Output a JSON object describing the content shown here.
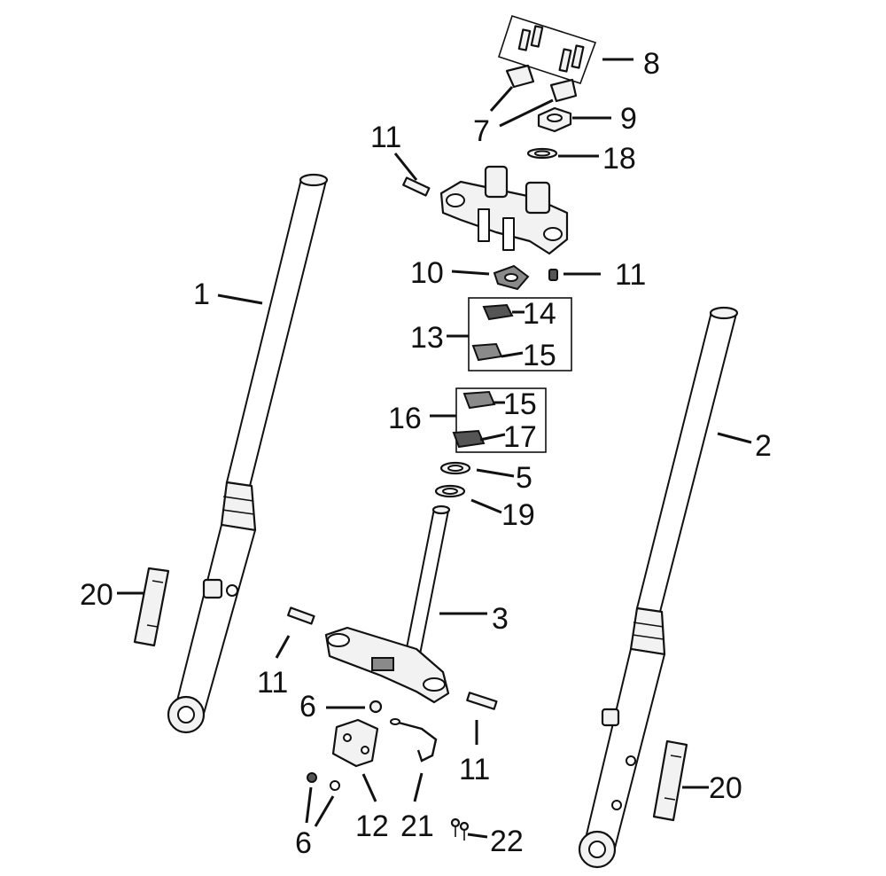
{
  "callouts": [
    {
      "id": "c1",
      "text": "1"
    },
    {
      "id": "c2",
      "text": "2"
    },
    {
      "id": "c3",
      "text": "3"
    },
    {
      "id": "c5",
      "text": "5"
    },
    {
      "id": "c6a",
      "text": "6"
    },
    {
      "id": "c6b",
      "text": "6"
    },
    {
      "id": "c7",
      "text": "7"
    },
    {
      "id": "c8",
      "text": "8"
    },
    {
      "id": "c9",
      "text": "9"
    },
    {
      "id": "c10",
      "text": "10"
    },
    {
      "id": "c11a",
      "text": "11"
    },
    {
      "id": "c11b",
      "text": "11"
    },
    {
      "id": "c11c",
      "text": "11"
    },
    {
      "id": "c11d",
      "text": "11"
    },
    {
      "id": "c12",
      "text": "12"
    },
    {
      "id": "c13",
      "text": "13"
    },
    {
      "id": "c14",
      "text": "14"
    },
    {
      "id": "c15a",
      "text": "15"
    },
    {
      "id": "c15b",
      "text": "15"
    },
    {
      "id": "c16",
      "text": "16"
    },
    {
      "id": "c17",
      "text": "17"
    },
    {
      "id": "c18",
      "text": "18"
    },
    {
      "id": "c19",
      "text": "19"
    },
    {
      "id": "c20a",
      "text": "20"
    },
    {
      "id": "c20b",
      "text": "20"
    },
    {
      "id": "c21",
      "text": "21"
    },
    {
      "id": "c22",
      "text": "22"
    }
  ]
}
